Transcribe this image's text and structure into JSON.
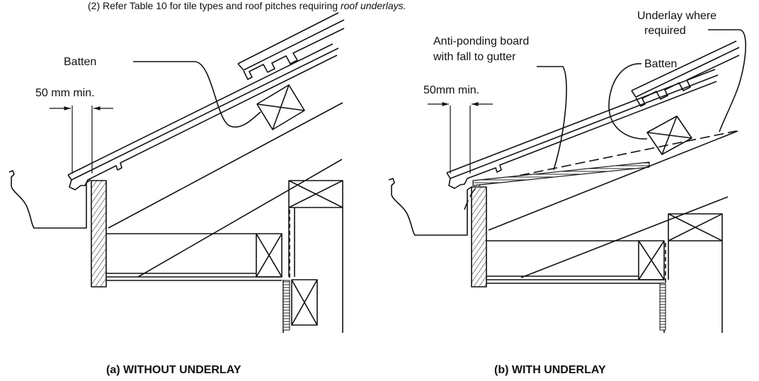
{
  "note": {
    "main": "(2) Refer Table 10 for tile types and roof pitches requiring ",
    "italic": "roof underlays."
  },
  "left": {
    "batten_label": "Batten",
    "clearance_label": "50 mm min.",
    "caption": "(a) WITHOUT UNDERLAY"
  },
  "right": {
    "underlay_label_line1": "Underlay where",
    "underlay_label_line2": "required",
    "board_label_line1": "Anti-ponding board",
    "board_label_line2": "with fall to gutter",
    "batten_label": "Batten",
    "clearance_label": "50mm min.",
    "caption": "(b) WITH UNDERLAY"
  }
}
